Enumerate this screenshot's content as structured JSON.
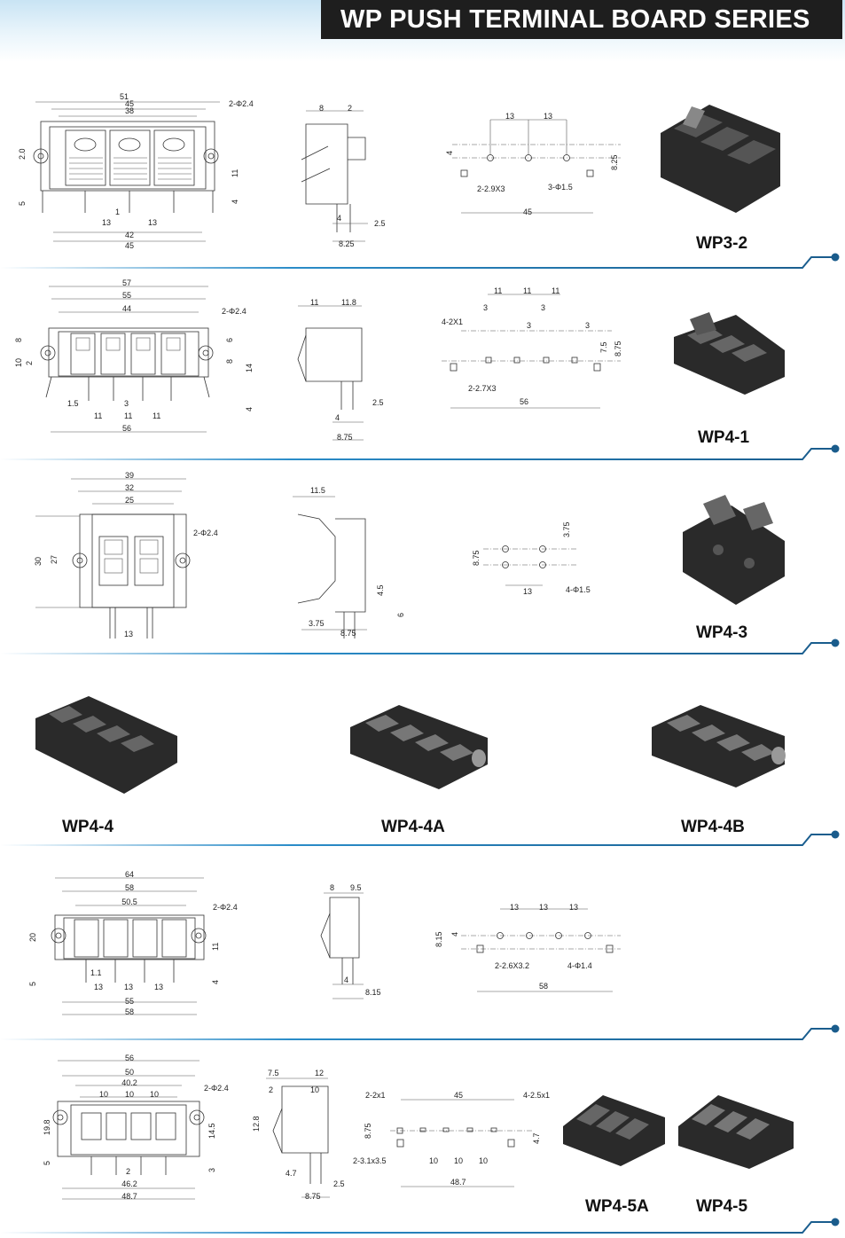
{
  "header": {
    "title": "WP PUSH TERMINAL BOARD SERIES"
  },
  "products": {
    "wp3_2": {
      "name": "WP3-2",
      "front": [
        "51",
        "45",
        "38",
        "2-Φ2.4",
        "2.0",
        "11",
        "5",
        "4",
        "1",
        "13",
        "13",
        "42",
        "45"
      ],
      "side": [
        "8",
        "2",
        "4",
        "2.5",
        "8.25"
      ],
      "pcb": [
        "13",
        "13",
        "4",
        "8.25",
        "2-2.9X3",
        "3-Φ1.5",
        "45"
      ]
    },
    "wp4_1": {
      "name": "WP4-1",
      "front": [
        "57",
        "55",
        "44",
        "2-Φ2.4",
        "8",
        "10",
        "2",
        "6",
        "8",
        "14",
        "4",
        "1.5",
        "11",
        "3",
        "11",
        "11",
        "56"
      ],
      "side": [
        "11",
        "11.8",
        "4",
        "2.5",
        "8.75"
      ],
      "pcb": [
        "11",
        "11",
        "11",
        "3",
        "3",
        "3",
        "3",
        "4-2X1",
        "2-2.7X3",
        "7.5",
        "8.75",
        "56"
      ]
    },
    "wp4_3": {
      "name": "WP4-3",
      "front": [
        "39",
        "32",
        "25",
        "2-Φ2.4",
        "30",
        "27",
        "13"
      ],
      "side": [
        "11.5",
        "4.5",
        "6",
        "3.75",
        "8.75"
      ],
      "pcb": [
        "3.75",
        "8.75",
        "13",
        "4-Φ1.5"
      ]
    },
    "wp4_4": {
      "name": "WP4-4"
    },
    "wp4_4a": {
      "name": "WP4-4A"
    },
    "wp4_4b": {
      "name": "WP4-4B"
    },
    "wp4_4_drawing": {
      "front": [
        "64",
        "58",
        "50.5",
        "2-Φ2.4",
        "20",
        "11",
        "5",
        "4",
        "1.1",
        "13",
        "13",
        "13",
        "55",
        "58"
      ],
      "side": [
        "8",
        "9.5",
        "4",
        "8.15"
      ],
      "pcb": [
        "13",
        "13",
        "13",
        "4",
        "8.15",
        "2-2.6X3.2",
        "4-Φ1.4",
        "58"
      ]
    },
    "wp4_5": {
      "name_a": "WP4-5A",
      "name": "WP4-5",
      "front": [
        "56",
        "50",
        "40.2",
        "10",
        "10",
        "10",
        "2-Φ2.4",
        "19.8",
        "14.5",
        "5",
        "3",
        "2",
        "46.2",
        "48.7"
      ],
      "side": [
        "7.5",
        "12",
        "2",
        "10",
        "12.8",
        "4.7",
        "2.5",
        "8.75"
      ],
      "pcb": [
        "2-2x1",
        "45",
        "4-2.5x1",
        "8.75",
        "4.7",
        "2-3.1x3.5",
        "10",
        "10",
        "10",
        "48.7"
      ]
    }
  },
  "colors": {
    "accent_blue": "#2a8cc8",
    "title_bg": "#1e1e1e",
    "dark_part": "#2a2a2a"
  }
}
